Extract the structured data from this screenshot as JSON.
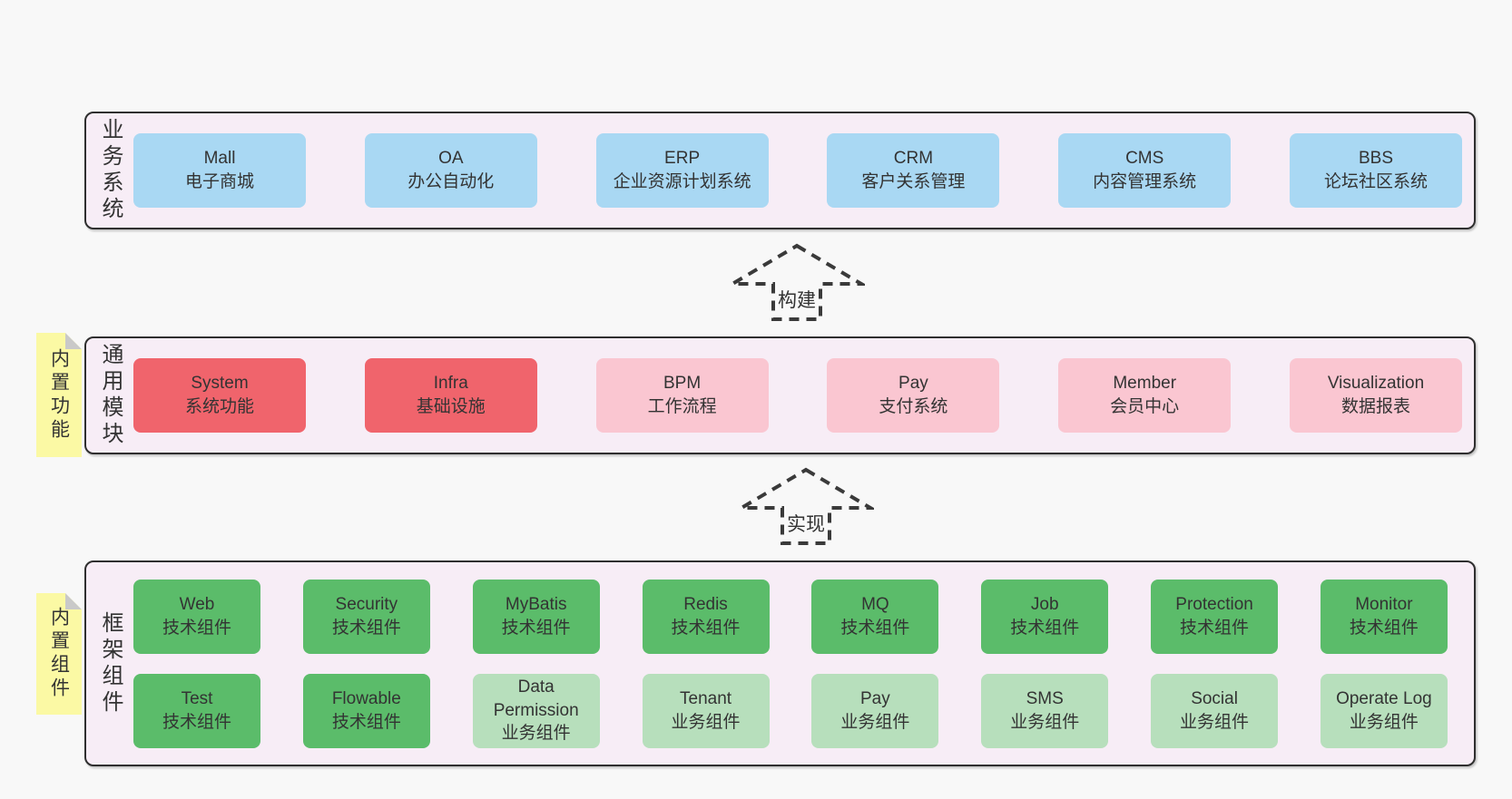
{
  "page": {
    "background": "#f8f8f8"
  },
  "colors": {
    "band_bg": "#f7edf6",
    "band_border": "#2f2f2f",
    "blue": "#a9d8f3",
    "red": "#f0646c",
    "pink": "#fac6d1",
    "green_dark": "#5bbc6a",
    "green_light": "#b7dfbc",
    "sticky_bg": "#fbf9a4",
    "sticky_fold": "#c9c9c9",
    "text": "#333333"
  },
  "arrows": [
    {
      "label": "构建"
    },
    {
      "label": "实现"
    }
  ],
  "bands": [
    {
      "label": "业务系统",
      "boxes": [
        {
          "en": "Mall",
          "zh": "电子商城",
          "variant": "blue"
        },
        {
          "en": "OA",
          "zh": "办公自动化",
          "variant": "blue"
        },
        {
          "en": "ERP",
          "zh": "企业资源计划系统",
          "variant": "blue"
        },
        {
          "en": "CRM",
          "zh": "客户关系管理",
          "variant": "blue"
        },
        {
          "en": "CMS",
          "zh": "内容管理系统",
          "variant": "blue"
        },
        {
          "en": "BBS",
          "zh": "论坛社区系统",
          "variant": "blue"
        }
      ]
    },
    {
      "label": "通用模块",
      "sticky": "内置功能",
      "boxes": [
        {
          "en": "System",
          "zh": "系统功能",
          "variant": "red"
        },
        {
          "en": "Infra",
          "zh": "基础设施",
          "variant": "red"
        },
        {
          "en": "BPM",
          "zh": "工作流程",
          "variant": "pink"
        },
        {
          "en": "Pay",
          "zh": "支付系统",
          "variant": "pink"
        },
        {
          "en": "Member",
          "zh": "会员中心",
          "variant": "pink"
        },
        {
          "en": "Visualization",
          "zh": "数据报表",
          "variant": "pink"
        }
      ]
    },
    {
      "label": "框架组件",
      "sticky": "内置组件",
      "rows": [
        [
          {
            "en": "Web",
            "zh": "技术组件",
            "variant": "green"
          },
          {
            "en": "Security",
            "zh": "技术组件",
            "variant": "green"
          },
          {
            "en": "MyBatis",
            "zh": "技术组件",
            "variant": "green"
          },
          {
            "en": "Redis",
            "zh": "技术组件",
            "variant": "green"
          },
          {
            "en": "MQ",
            "zh": "技术组件",
            "variant": "green"
          },
          {
            "en": "Job",
            "zh": "技术组件",
            "variant": "green"
          },
          {
            "en": "Protection",
            "zh": "技术组件",
            "variant": "green"
          },
          {
            "en": "Monitor",
            "zh": "技术组件",
            "variant": "green"
          }
        ],
        [
          {
            "en": "Test",
            "zh": "技术组件",
            "variant": "green"
          },
          {
            "en": "Flowable",
            "zh": "技术组件",
            "variant": "green"
          },
          {
            "en": "Data Permission",
            "zh": "业务组件",
            "variant": "green-light"
          },
          {
            "en": "Tenant",
            "zh": "业务组件",
            "variant": "green-light"
          },
          {
            "en": "Pay",
            "zh": "业务组件",
            "variant": "green-light"
          },
          {
            "en": "SMS",
            "zh": "业务组件",
            "variant": "green-light"
          },
          {
            "en": "Social",
            "zh": "业务组件",
            "variant": "green-light"
          },
          {
            "en": "Operate Log",
            "zh": "业务组件",
            "variant": "green-light"
          }
        ]
      ]
    }
  ]
}
